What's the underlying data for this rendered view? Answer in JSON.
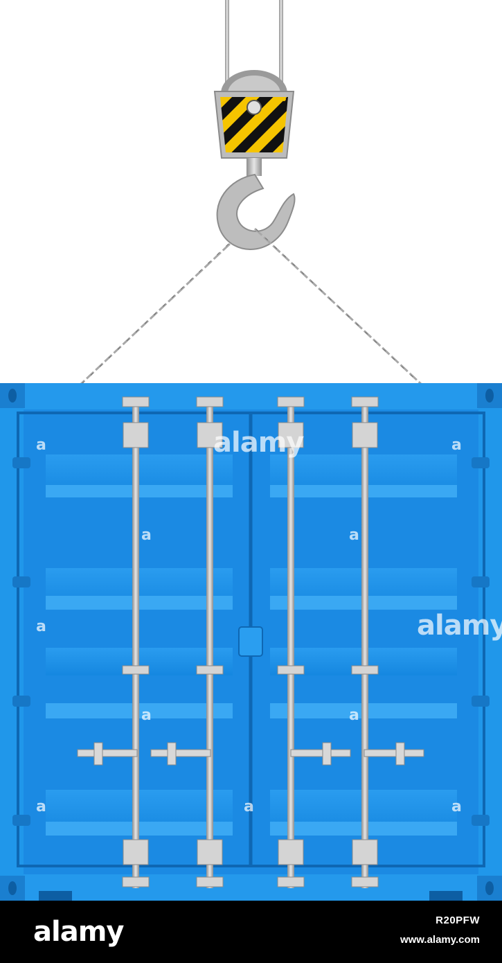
{
  "scene": {
    "objects": [
      "crane-hook",
      "chains",
      "shipping-container"
    ],
    "container_color": "#1f93e8",
    "hook_stripe_colors": [
      "#f5c400",
      "#111111"
    ]
  },
  "watermarks": {
    "center": "alamy",
    "right": "alamy",
    "small": "a"
  },
  "footer": {
    "logo": "alamy",
    "image_id": "R20PFW",
    "url": "www.alamy.com"
  }
}
